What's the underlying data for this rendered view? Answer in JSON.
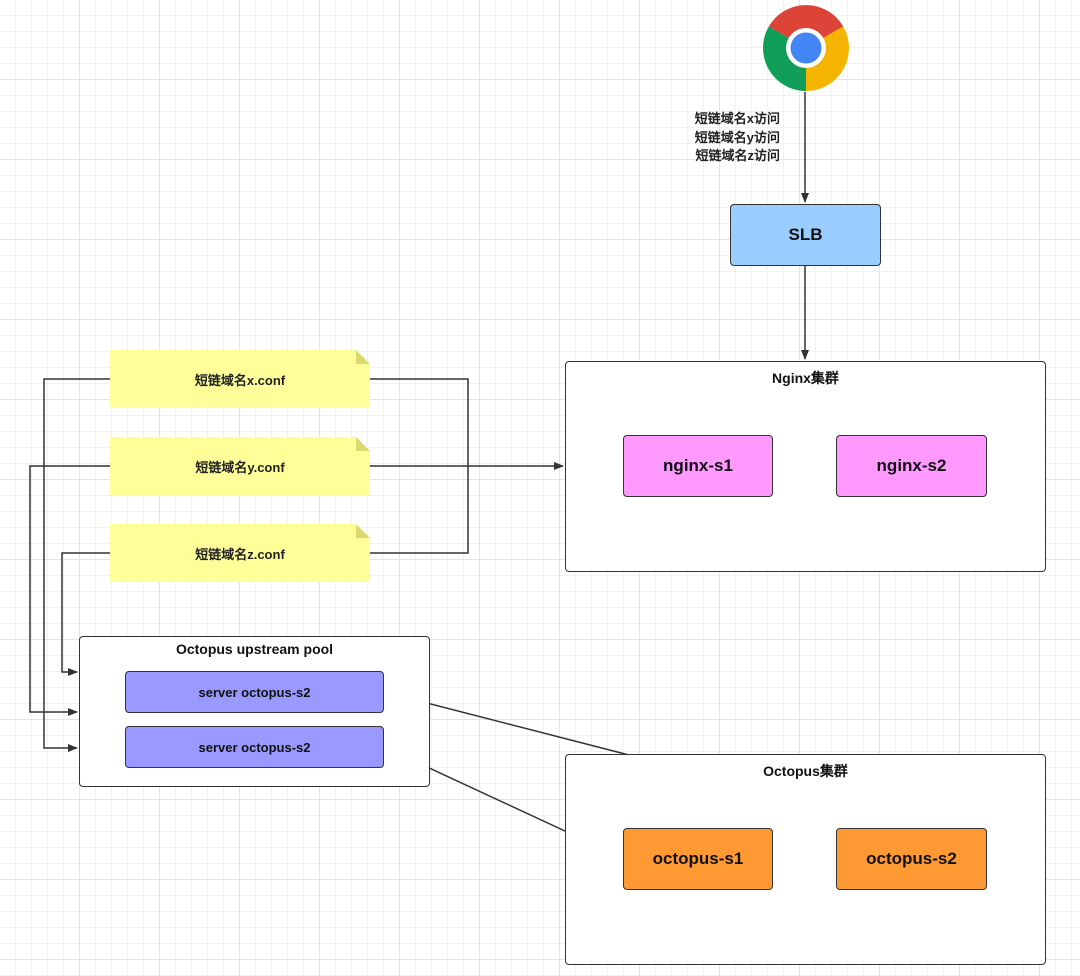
{
  "browser": {
    "icon": "chrome-icon",
    "access_labels": [
      "短链域名x访问",
      "短链域名y访问",
      "短链域名z访问"
    ]
  },
  "slb": {
    "label": "SLB",
    "color": "#99ccff"
  },
  "nginx_cluster": {
    "title": "Nginx集群",
    "nodes": [
      {
        "label": "nginx-s1"
      },
      {
        "label": "nginx-s2"
      }
    ],
    "node_color": "#ff99ff"
  },
  "conf_notes": [
    {
      "label": "短链域名x.conf"
    },
    {
      "label": "短链域名y.conf"
    },
    {
      "label": "短链域名z.conf"
    }
  ],
  "upstream_pool": {
    "title": "Octopus upstream pool",
    "servers": [
      {
        "label": "server octopus-s2"
      },
      {
        "label": "server octopus-s2"
      }
    ],
    "server_color": "#9999ff"
  },
  "octopus_cluster": {
    "title": "Octopus集群",
    "nodes": [
      {
        "label": "octopus-s1"
      },
      {
        "label": "octopus-s2"
      }
    ],
    "node_color": "#ff9933"
  }
}
